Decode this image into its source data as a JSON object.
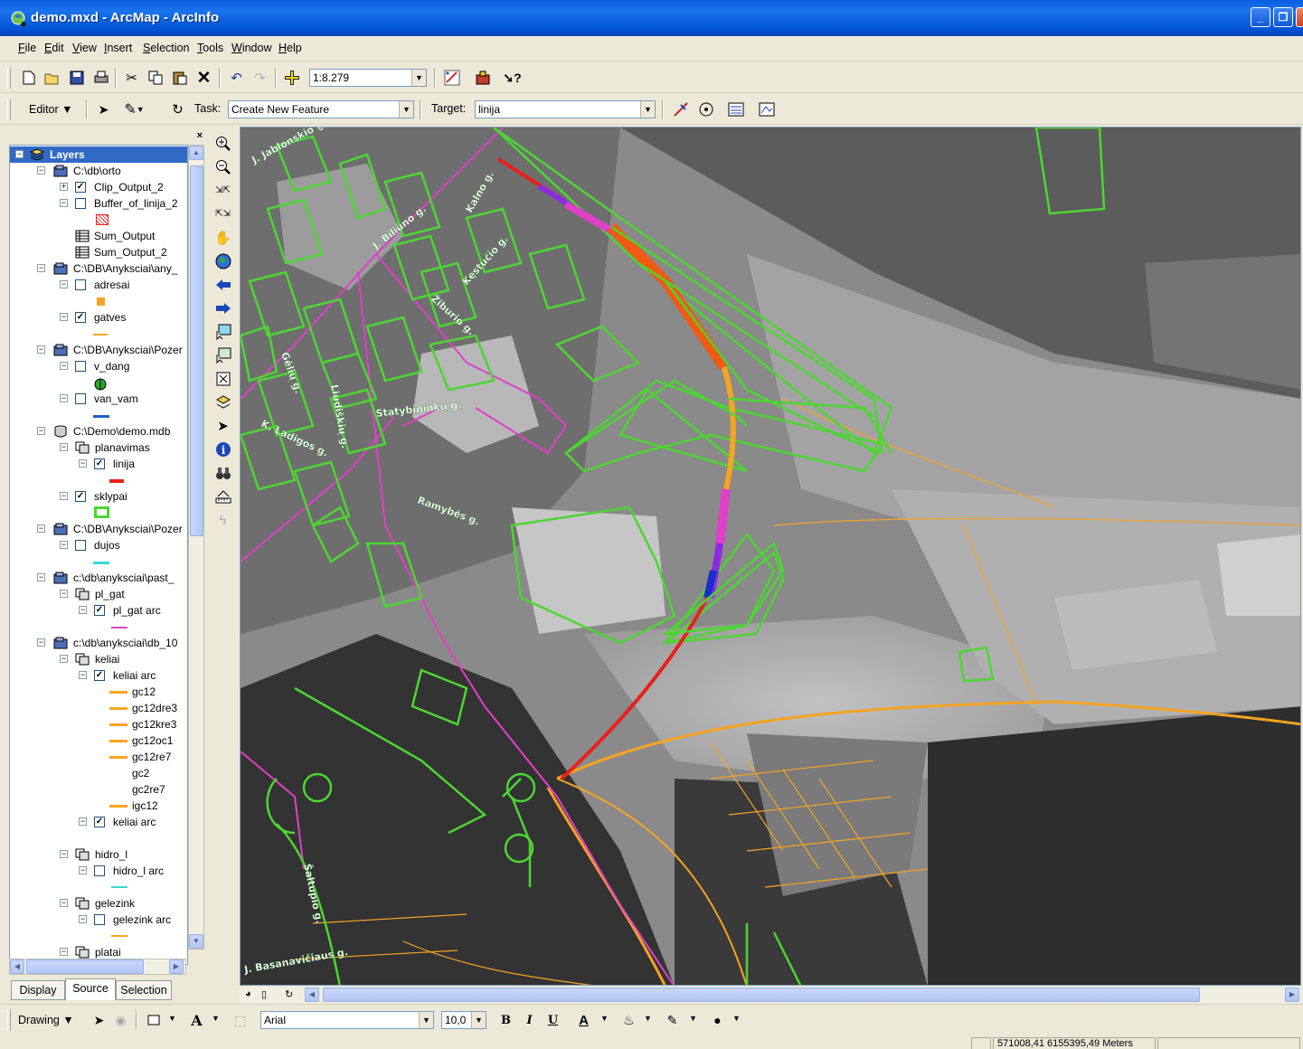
{
  "window": {
    "title": "demo.mxd - ArcMap - ArcInfo"
  },
  "menu": [
    "File",
    "Edit",
    "View",
    "Insert",
    "Selection",
    "Tools",
    "Window",
    "Help"
  ],
  "toolbar": {
    "scale": "1:8.279"
  },
  "editor": {
    "label": "Editor",
    "task_label": "Task:",
    "task_value": "Create New Feature",
    "target_label": "Target:",
    "target_value": "linija"
  },
  "toc": {
    "root": "Layers",
    "items": [
      "C:\\db\\orto",
      "Clip_Output_2",
      "Buffer_of_linija_2",
      "Sum_Output",
      "Sum_Output_2",
      "C:\\DB\\Anyksciai\\any_",
      "adresai",
      "gatves",
      "C:\\DB\\Anyksciai\\Pozer",
      "v_dang",
      "van_vam",
      "C:\\Demo\\demo.mdb",
      "planavimas",
      "linija",
      "sklypai",
      "C:\\DB\\Anyksciai\\Pozer",
      "dujos",
      "c:\\db\\anyksciai\\past_",
      "pl_gat",
      "pl_gat arc",
      "c:\\db\\anyksciai\\db_10",
      "keliai",
      "keliai arc",
      "gc12",
      "gc12dre3",
      "gc12kre3",
      "gc12oc1",
      "gc12re7",
      "gc2",
      "gc2re7",
      "igc12",
      "keliai arc",
      "hidro_l",
      "hidro_l arc",
      "gelezink",
      "gelezink arc",
      "platai"
    ],
    "tabs": [
      "Display",
      "Source",
      "Selection"
    ]
  },
  "map_labels": [
    "J. Jablonskio g.",
    "J. Biliūno g.",
    "Kalno g.",
    "Kęstučio g.",
    "Žiburio g.",
    "Statybininkų g.",
    "Ramybės g.",
    "Liudiškių g.",
    "K. Ladigos g.",
    "Gėlių g.",
    "Šaltupio g.",
    "J. Basanavičiaus g."
  ],
  "drawing": {
    "label": "Drawing",
    "font": "Arial",
    "size": "10,0"
  },
  "status": {
    "coords": "571008,41  6155395,49 Meters"
  },
  "colors": {
    "accent": "#0a5fe0",
    "linija": "#e8201a",
    "sklypai": "#4cd632",
    "gatves": "#f5a422"
  }
}
